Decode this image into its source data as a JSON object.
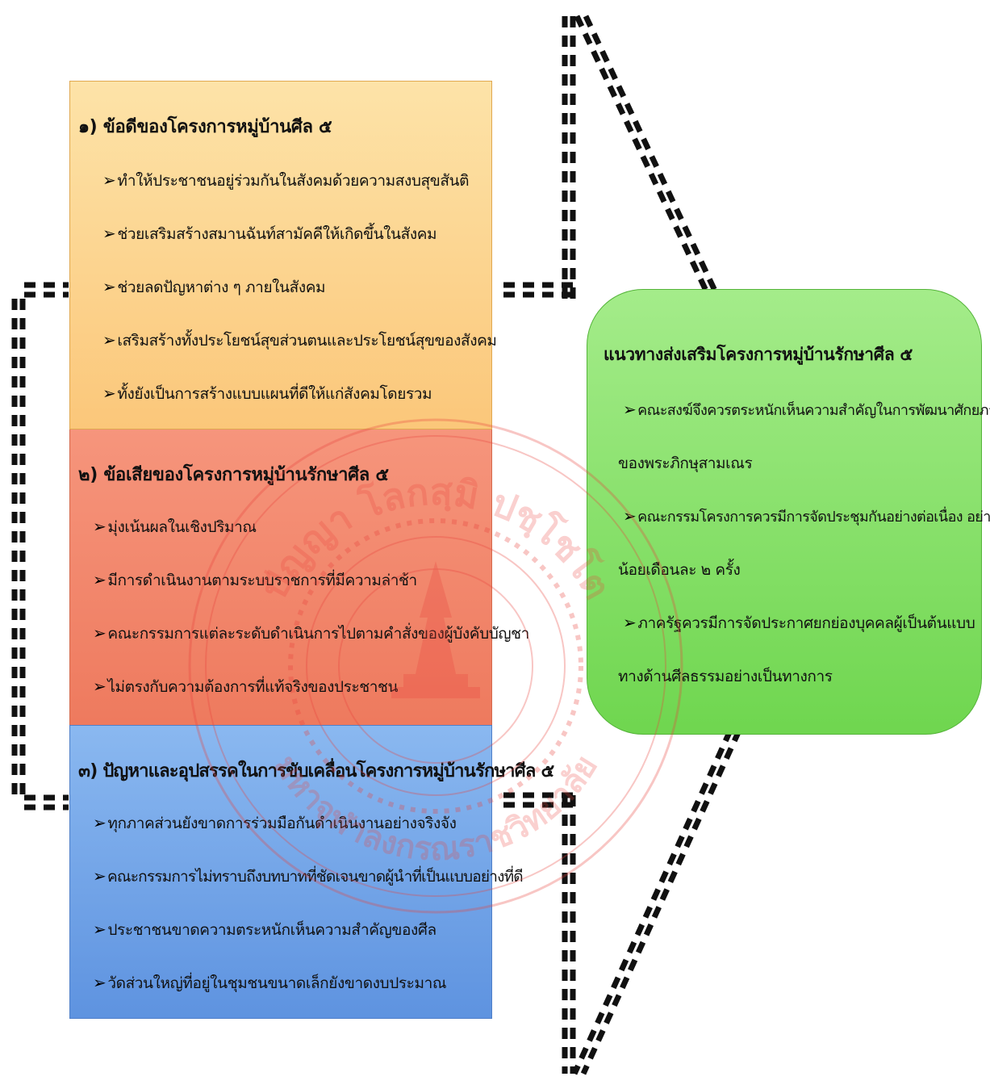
{
  "advantages": {
    "title": "๑) ข้อดีของโครงการหมู่บ้านศีล ๕",
    "items": [
      "ทำให้ประชาชนอยู่ร่วมกันในสังคมด้วยความสงบสุขสันติ",
      "ช่วยเสริมสร้างสมานฉันท์สามัคคีให้เกิดขึ้นในสังคม",
      "ช่วยลดปัญหาต่าง ๆ ภายในสังคม",
      "เสริมสร้างทั้งประโยชน์สุขส่วนตนและประโยชน์สุขของสังคม",
      "ทั้งยังเป็นการสร้างแบบแผนที่ดีให้แก่สังคมโดยรวม"
    ]
  },
  "disadvantages": {
    "title": "๒) ข้อเสียของโครงการหมู่บ้านรักษาศีล ๕",
    "items": [
      "มุ่งเน้นผลในเชิงปริมาณ",
      "มีการดำเนินงานตามระบบราชการที่มีความล่าช้า",
      "คณะกรรมการแต่ละระดับดำเนินการไปตามคำสั่งของผู้บังคับบัญชา",
      "ไม่ตรงกับความต้องการที่แท้จริงของประชาชน"
    ]
  },
  "problems": {
    "title": "๓) ปัญหาและอุปสรรคในการขับเคลื่อนโครงการหมู่บ้านรักษาศีล ๕",
    "items": [
      "ทุกภาคส่วนยังขาดการร่วมมือกันดำเนินงานอย่างจริงจัง",
      "คณะกรรมการไม่ทราบถึงบทบาทที่ชัดเจนขาดผู้นำที่เป็นแบบอย่างที่ดี",
      "ประชาชนขาดความตระหนักเห็นความสำคัญของศีล",
      "วัดส่วนใหญ่ที่อยู่ในชุมชนขนาดเล็กยังขาดงบประมาณ"
    ]
  },
  "guidelines": {
    "title": "แนวทางส่งเสริมโครงการหมู่บ้านรักษาศีล ๕",
    "lines": [
      "คณะสงฆ์จึงควรตระหนักเห็นความสำคัญในการพัฒนาศักยภาพ",
      "ของพระภิกษุสามเณร",
      "คณะกรรมโครงการควรมีการจัดประชุมกันอย่างต่อเนื่อง อย่าง",
      "น้อยเดือนละ ๒ ครั้ง",
      "ภาครัฐควรมีการจัดประกาศยกย่องบุคคลผู้เป็นต้นแบบ",
      "ทางด้านศีลธรรมอย่างเป็นทางการ"
    ]
  },
  "bullet_symbol": "➢",
  "watermark": {
    "text_top": "ปัญญา โลกสฺมิ ปชฺโชโต",
    "text_bottom": "มหาจุฬาลงกรณราชวิทยาลัย",
    "color": "#e8423c"
  },
  "colors": {
    "advantages": "#fbc77a",
    "disadvantages": "#ee7a5e",
    "problems": "#5e93e0",
    "guidelines": "#6fd64f"
  }
}
